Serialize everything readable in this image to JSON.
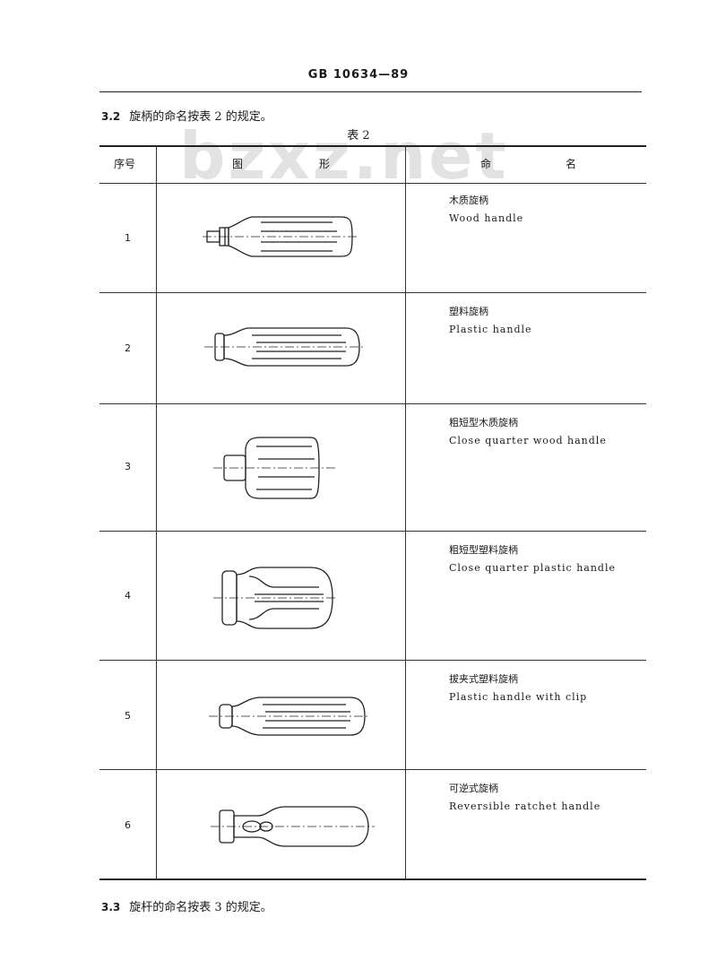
{
  "header": {
    "code": "GB 10634—89"
  },
  "section_3_2": {
    "number": "3.2",
    "text": "旋柄的命名按表 2 的规定。"
  },
  "table_caption": "表 2",
  "watermark": "bzxz.net",
  "table": {
    "headers": {
      "seq": "序号",
      "figure_a": "图",
      "figure_b": "形",
      "name_a": "命",
      "name_b": "名"
    },
    "rows": [
      {
        "seq": "1",
        "zh": "木质旋柄",
        "en": "Wood handle",
        "icon": "wood-handle-icon"
      },
      {
        "seq": "2",
        "zh": "塑料旋柄",
        "en": "Plastic handle",
        "icon": "plastic-handle-icon"
      },
      {
        "seq": "3",
        "zh": "粗短型木质旋柄",
        "en": "Close quarter wood handle",
        "icon": "close-quarter-wood-handle-icon"
      },
      {
        "seq": "4",
        "zh": "粗短型塑料旋柄",
        "en": "Close quarter plastic handle",
        "icon": "close-quarter-plastic-handle-icon"
      },
      {
        "seq": "5",
        "zh": "拔夹式塑料旋柄",
        "en": "Plastic handle with clip",
        "icon": "clip-plastic-handle-icon"
      },
      {
        "seq": "6",
        "zh": "可逆式旋柄",
        "en": "Reversible ratchet handle",
        "icon": "ratchet-handle-icon"
      }
    ]
  },
  "section_3_3": {
    "number": "3.3",
    "text": "旋杆的命名按表 3 的规定。"
  }
}
